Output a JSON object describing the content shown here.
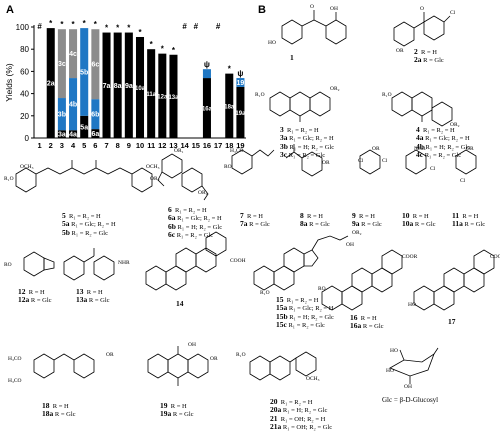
{
  "panel_a_label": "A",
  "panel_b_label": "B",
  "chart_data": {
    "type": "bar",
    "ylabel": "Yields (%)",
    "ylim": [
      0,
      100
    ],
    "yticks": [
      0,
      20,
      40,
      60,
      80,
      100
    ],
    "categories": [
      "1",
      "2",
      "3",
      "4",
      "5",
      "6",
      "7",
      "8",
      "9",
      "10",
      "11",
      "12",
      "13",
      "14",
      "15",
      "16",
      "17",
      "18",
      "19"
    ],
    "colors": {
      "black": "#000000",
      "gray": "#8c8c8c",
      "blue": "#1f77c4",
      "white_text": "#ffffff"
    },
    "bars": [
      {
        "x": "1",
        "marker": "#",
        "segments": []
      },
      {
        "x": "2",
        "marker": "*",
        "segments": [
          {
            "label": "2a",
            "value": 99,
            "color": "black"
          }
        ]
      },
      {
        "x": "3",
        "marker": "*",
        "segments": [
          {
            "label": "3a",
            "value": 7,
            "color": "black"
          },
          {
            "label": "3b",
            "value": 29,
            "color": "blue"
          },
          {
            "label": "3c",
            "value": 62,
            "color": "gray"
          }
        ]
      },
      {
        "x": "4",
        "marker": "*",
        "segments": [
          {
            "label": "4a",
            "value": 7,
            "color": "black"
          },
          {
            "label": "4b",
            "value": 47,
            "color": "blue"
          },
          {
            "label": "4c",
            "value": 44,
            "color": "gray"
          }
        ]
      },
      {
        "x": "5",
        "marker": "*",
        "segments": [
          {
            "label": "5a",
            "value": 20,
            "color": "black"
          },
          {
            "label": "5b",
            "value": 79,
            "color": "blue"
          }
        ]
      },
      {
        "x": "6",
        "marker": "*",
        "segments": [
          {
            "label": "6a",
            "value": 8,
            "color": "black"
          },
          {
            "label": "6b",
            "value": 27,
            "color": "blue"
          },
          {
            "label": "6c",
            "value": 63,
            "color": "gray"
          }
        ]
      },
      {
        "x": "7",
        "marker": "*",
        "segments": [
          {
            "label": "7a",
            "value": 95,
            "color": "black"
          }
        ]
      },
      {
        "x": "8",
        "marker": "*",
        "segments": [
          {
            "label": "8a",
            "value": 95,
            "color": "black"
          }
        ]
      },
      {
        "x": "9",
        "marker": "*",
        "segments": [
          {
            "label": "9a",
            "value": 95,
            "color": "black"
          }
        ]
      },
      {
        "x": "10",
        "marker": "*",
        "segments": [
          {
            "label": "10a",
            "value": 91,
            "color": "black"
          }
        ]
      },
      {
        "x": "11",
        "marker": "*",
        "segments": [
          {
            "label": "11a",
            "value": 80,
            "color": "black"
          }
        ]
      },
      {
        "x": "12",
        "marker": "*",
        "segments": [
          {
            "label": "12a",
            "value": 76,
            "color": "black"
          }
        ]
      },
      {
        "x": "13",
        "marker": "*",
        "segments": [
          {
            "label": "13a",
            "value": 75,
            "color": "black"
          }
        ]
      },
      {
        "x": "14",
        "marker": "#",
        "segments": []
      },
      {
        "x": "15",
        "marker": "#",
        "segments": []
      },
      {
        "x": "16",
        "marker": "ψ",
        "segments": [
          {
            "label": "16a",
            "value": 54,
            "color": "black"
          },
          {
            "label": "",
            "value": 8,
            "color": "blue"
          }
        ]
      },
      {
        "x": "17",
        "marker": "#",
        "segments": []
      },
      {
        "x": "18",
        "marker": "*",
        "segments": [
          {
            "label": "18a",
            "value": 58,
            "color": "black"
          }
        ]
      },
      {
        "x": "19",
        "marker": "ψ",
        "segments": [
          {
            "label": "19a",
            "value": 46,
            "color": "black"
          },
          {
            "label": "19",
            "value": 8,
            "color": "blue"
          }
        ]
      }
    ]
  },
  "compounds": {
    "c1": [
      "1"
    ],
    "c2": [
      "2",
      "R = H",
      "2a",
      "R = Glc"
    ],
    "c3": [
      "3",
      "R₁ = R₂ = H",
      "3a",
      "R₁ = Glc; R₂ = H",
      "3b",
      "R₁ = H; R₂ = Glc",
      "3c",
      "R₁ = R₂ = Glc"
    ],
    "c4": [
      "4",
      "R₁ = R₂ = H",
      "4a",
      "R₁ = Glc; R₂ = H",
      "4b",
      "R₁ = H; R₂ = Glc",
      "4c",
      "R₁ = R₂ = Glc"
    ],
    "c5": [
      "5",
      "R₁ = R₂ = H",
      "5a",
      "R₁ = Glc; R₂ = H",
      "5b",
      "R₁ = R₂ = Glc"
    ],
    "c6": [
      "6",
      "R₁ = R₂ = H",
      "6a",
      "R₁ = Glc; R₂ = H",
      "6b",
      "R₁ = H; R₂ = Glc",
      "6c",
      "R₁ = R₂ = Glc"
    ],
    "c7": [
      "7",
      "R = H",
      "7a",
      "R = Glc"
    ],
    "c8": [
      "8",
      "R = H",
      "8a",
      "R = Glc"
    ],
    "c9": [
      "9",
      "R = H",
      "9a",
      "R = Glc"
    ],
    "c10": [
      "10",
      "R = H",
      "10a",
      "R = Glc"
    ],
    "c11": [
      "11",
      "R = H",
      "11a",
      "R = Glc"
    ],
    "c12": [
      "12",
      "R = H",
      "12a",
      "R = Glc"
    ],
    "c13": [
      "13",
      "R = H",
      "13a",
      "R = Glc"
    ],
    "c14": [
      "14"
    ],
    "c15": [
      "15",
      "R₁ = R₂ = H",
      "15a",
      "R₁ = Glc; R₂ = H",
      "15b",
      "R₁ = H; R₂ = Glc",
      "15c",
      "R₁ = R₂ = Glc"
    ],
    "c16": [
      "16",
      "R = H",
      "16a",
      "R = Glc"
    ],
    "c17": [
      "17"
    ],
    "c18": [
      "18",
      "R = H",
      "18a",
      "R = Glc"
    ],
    "c19": [
      "19",
      "R = H",
      "19a",
      "R = Glc"
    ],
    "c20": [
      "20",
      "R₁ = R₂ = H",
      "20a",
      "R₁ = H; R₂ = Glc",
      "21",
      "R₁ = OH; R₂ = H",
      "21a",
      "R₁ = OH; R₂ = Glc"
    ]
  },
  "glc_note": "Glc = β-D-Glucosyl",
  "struct_labels": {
    "R": "R",
    "RO": "RO",
    "OR": "OR",
    "OR1": "OR₁",
    "OR2": "OR₂",
    "R1O": "R₁O",
    "OH": "OH",
    "HO": "HO",
    "O": "O",
    "OCH3": "OCH₃",
    "H3CO": "H₃CO",
    "Cl": "Cl",
    "NHR": "NHR",
    "COOR": "COOR",
    "COOH": "COOH",
    "OHa": "OH"
  }
}
